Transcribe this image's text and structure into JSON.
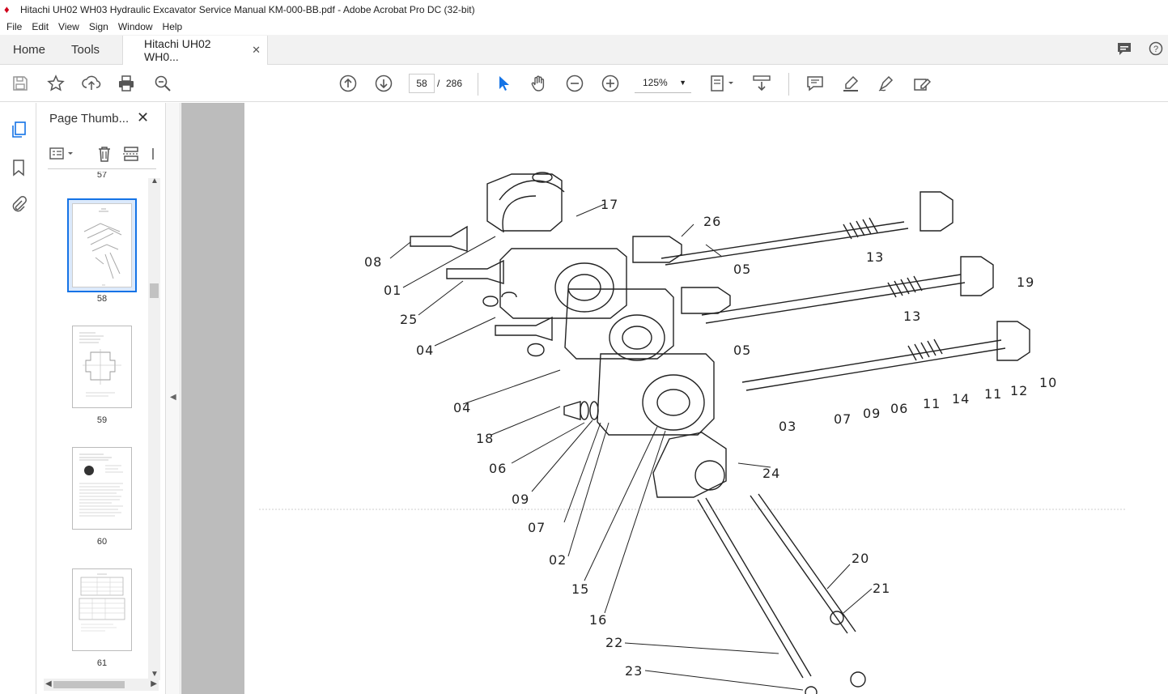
{
  "window": {
    "title": "Hitachi UH02 WH03 Hydraulic Excavator Service Manual KM-000-BB.pdf - Adobe Acrobat Pro DC (32-bit)"
  },
  "menu": [
    "File",
    "Edit",
    "View",
    "Sign",
    "Window",
    "Help"
  ],
  "tabs": {
    "home": "Home",
    "tools": "Tools",
    "document": "Hitachi UH02 WH0..."
  },
  "toolbar": {
    "page_current": "58",
    "page_separator": "/",
    "page_total": "286",
    "zoom": "125%"
  },
  "panel": {
    "title": "Page Thumb...",
    "partial_label": "57",
    "thumbnails": [
      {
        "label": "58"
      },
      {
        "label": "59"
      },
      {
        "label": "60"
      },
      {
        "label": "61"
      }
    ]
  },
  "diagram": {
    "callouts": [
      "17",
      "26",
      "08",
      "01",
      "05",
      "13",
      "25",
      "13",
      "19",
      "04",
      "05",
      "10",
      "12",
      "11",
      "14",
      "11",
      "06",
      "09",
      "07",
      "03",
      "04",
      "18",
      "24",
      "06",
      "09",
      "07",
      "02",
      "15",
      "20",
      "21",
      "16",
      "22",
      "23"
    ]
  }
}
